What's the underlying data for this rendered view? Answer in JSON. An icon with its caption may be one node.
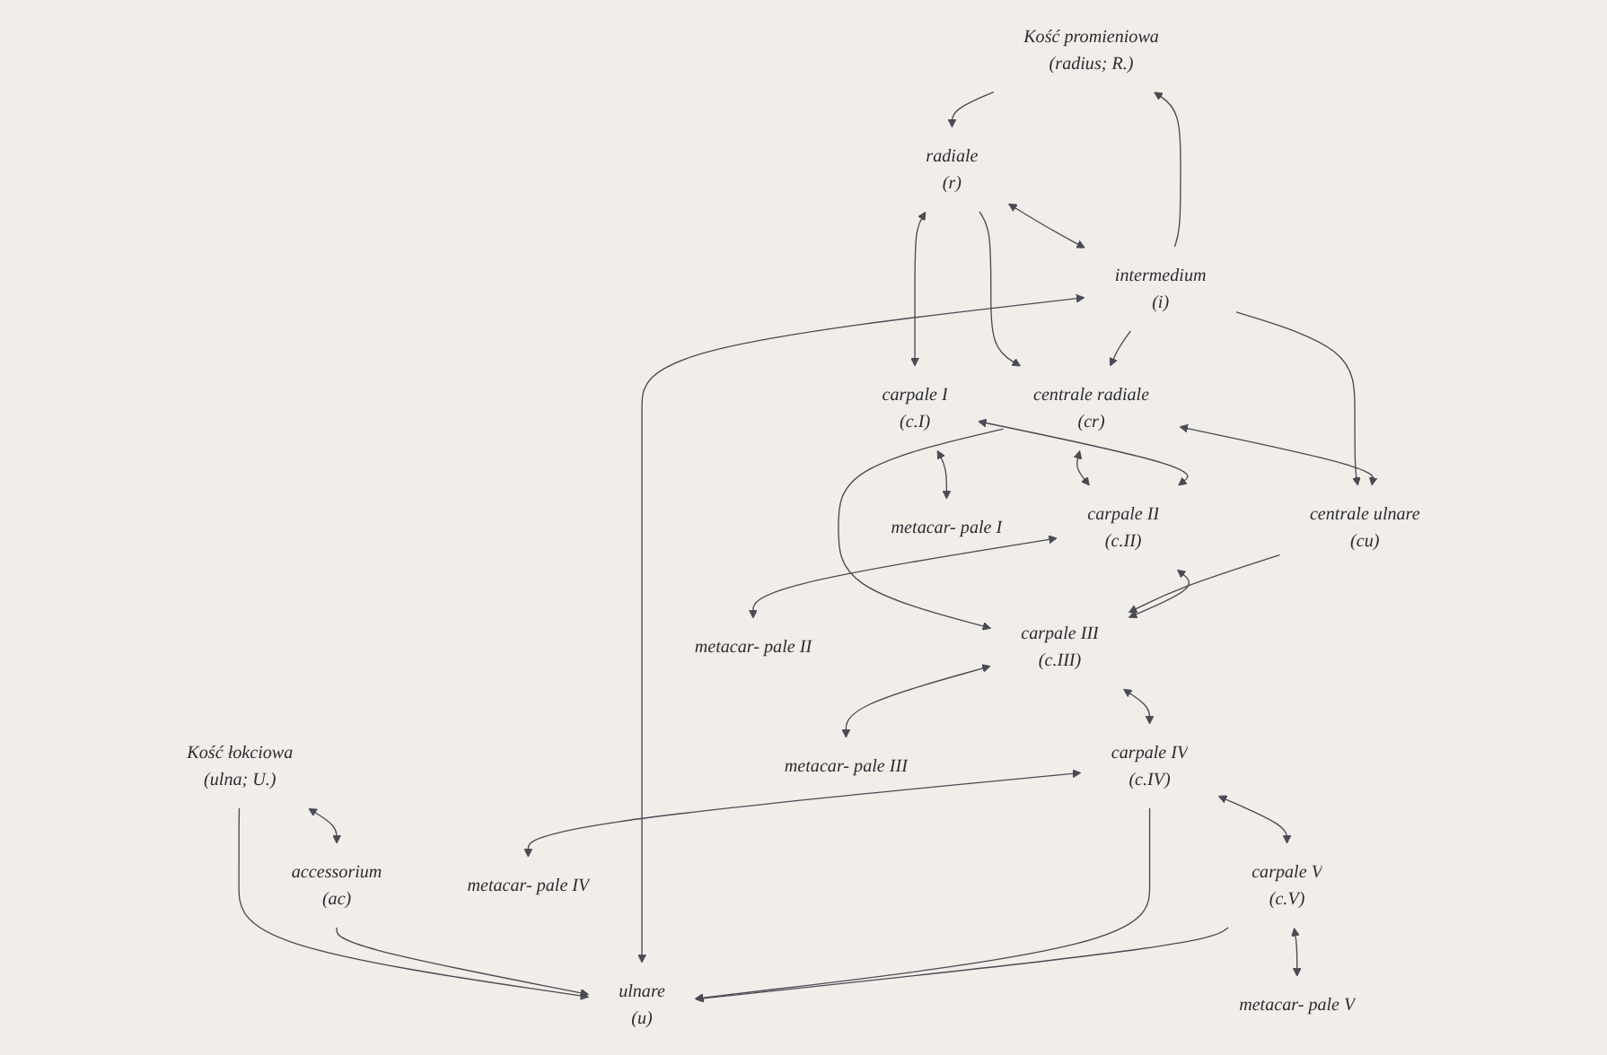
{
  "diagram": {
    "nodes": [
      {
        "text": [
          "Kość promieniowa",
          "(radius; R.)"
        ]
      },
      {
        "text": [
          "Kość łokciowa",
          "(ulna; U.)"
        ]
      },
      {
        "text": [
          "accessorium",
          "(ac)"
        ]
      },
      {
        "text": [
          "radiale",
          "(r)"
        ]
      },
      {
        "text": [
          "intermedium",
          "(i)"
        ]
      },
      {
        "text": [
          "ulnare",
          "(u)"
        ]
      },
      {
        "text": [
          "centrale radiale",
          "(cr)"
        ]
      },
      {
        "text": [
          "centrale ulnare",
          "(cu)"
        ]
      },
      {
        "text": [
          "carpale I",
          "(c.I)"
        ]
      },
      {
        "text": [
          "carpale II",
          "(c.II)"
        ]
      },
      {
        "text": [
          "carpale III",
          "(c.III)"
        ]
      },
      {
        "text": [
          "carpale IV",
          "(c.IV)"
        ]
      },
      {
        "text": [
          "carpale V",
          "(c.V)"
        ]
      },
      {
        "text": [
          "metacar- pale I"
        ]
      },
      {
        "text": [
          "metacar- pale II"
        ]
      },
      {
        "text": [
          "metacar- pale III"
        ]
      },
      {
        "text": [
          "metacar- pale IV"
        ]
      },
      {
        "text": [
          "metacar- pale V"
        ]
      }
    ],
    "edges": [
      {
        "from": 0,
        "to": 3,
        "arrow": "to"
      },
      {
        "from": 4,
        "to": 0,
        "arrow": "to"
      },
      {
        "from": 1,
        "to": 2,
        "arrow": "both"
      },
      {
        "from": 1,
        "to": 5,
        "arrow": "to"
      },
      {
        "from": 2,
        "to": 5,
        "arrow": "to"
      },
      {
        "from": 3,
        "to": 4,
        "arrow": "both"
      },
      {
        "from": 4,
        "to": 5,
        "arrow": "both"
      },
      {
        "from": 3,
        "to": 6,
        "arrow": "to"
      },
      {
        "from": 4,
        "to": 6,
        "arrow": "to"
      },
      {
        "from": 4,
        "to": 7,
        "arrow": "to"
      },
      {
        "from": 3,
        "to": 8,
        "arrow": "both"
      },
      {
        "from": 6,
        "to": 9,
        "arrow": "both"
      },
      {
        "from": 6,
        "to": 7,
        "arrow": "both"
      },
      {
        "from": 6,
        "to": 10,
        "arrow": "to"
      },
      {
        "from": 7,
        "to": 10,
        "arrow": "to"
      },
      {
        "from": 11,
        "to": 5,
        "arrow": "to"
      },
      {
        "from": 12,
        "to": 5,
        "arrow": "to"
      },
      {
        "from": 8,
        "to": 9,
        "arrow": "both"
      },
      {
        "from": 9,
        "to": 10,
        "arrow": "both"
      },
      {
        "from": 10,
        "to": 11,
        "arrow": "both"
      },
      {
        "from": 11,
        "to": 12,
        "arrow": "both"
      },
      {
        "from": 8,
        "to": 13,
        "arrow": "both"
      },
      {
        "from": 9,
        "to": 14,
        "arrow": "both"
      },
      {
        "from": 10,
        "to": 15,
        "arrow": "both"
      },
      {
        "from": 11,
        "to": 16,
        "arrow": "both"
      },
      {
        "from": 12,
        "to": 17,
        "arrow": "both"
      }
    ]
  }
}
